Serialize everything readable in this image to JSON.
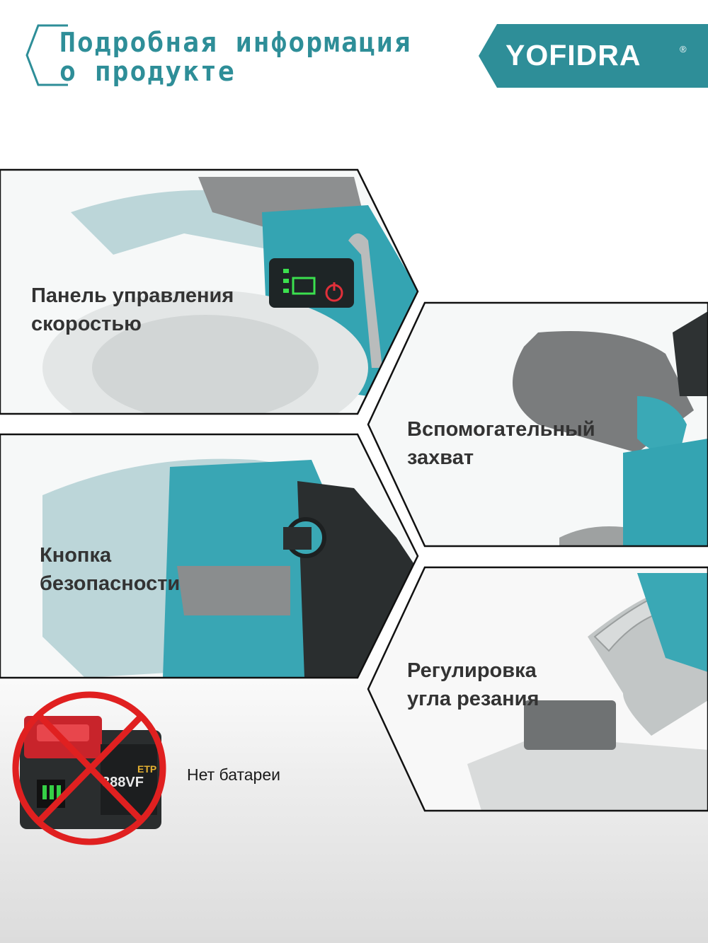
{
  "header": {
    "title_line1": "Подробная информация",
    "title_line2": "о продукте"
  },
  "brand": {
    "logo": "YOFIDRA",
    "registered": "®",
    "accent_color": "#2e8e98"
  },
  "features": {
    "speed_panel": {
      "line1": "Панель управления",
      "line2": "скоростью"
    },
    "aux_grip": {
      "line1": "Вспомогательный",
      "line2": "захват"
    },
    "safety_button": {
      "line1": "Кнопка",
      "line2": "безопасности"
    },
    "cut_angle": {
      "line1": "Регулировка",
      "line2": "угла резания"
    }
  },
  "battery_note": {
    "text": "Нет батареи",
    "battery_label": "388VF",
    "battery_tag": "ETP"
  },
  "icons": [
    "hexagon-frame-icon",
    "power-icon",
    "no-battery-icon"
  ]
}
